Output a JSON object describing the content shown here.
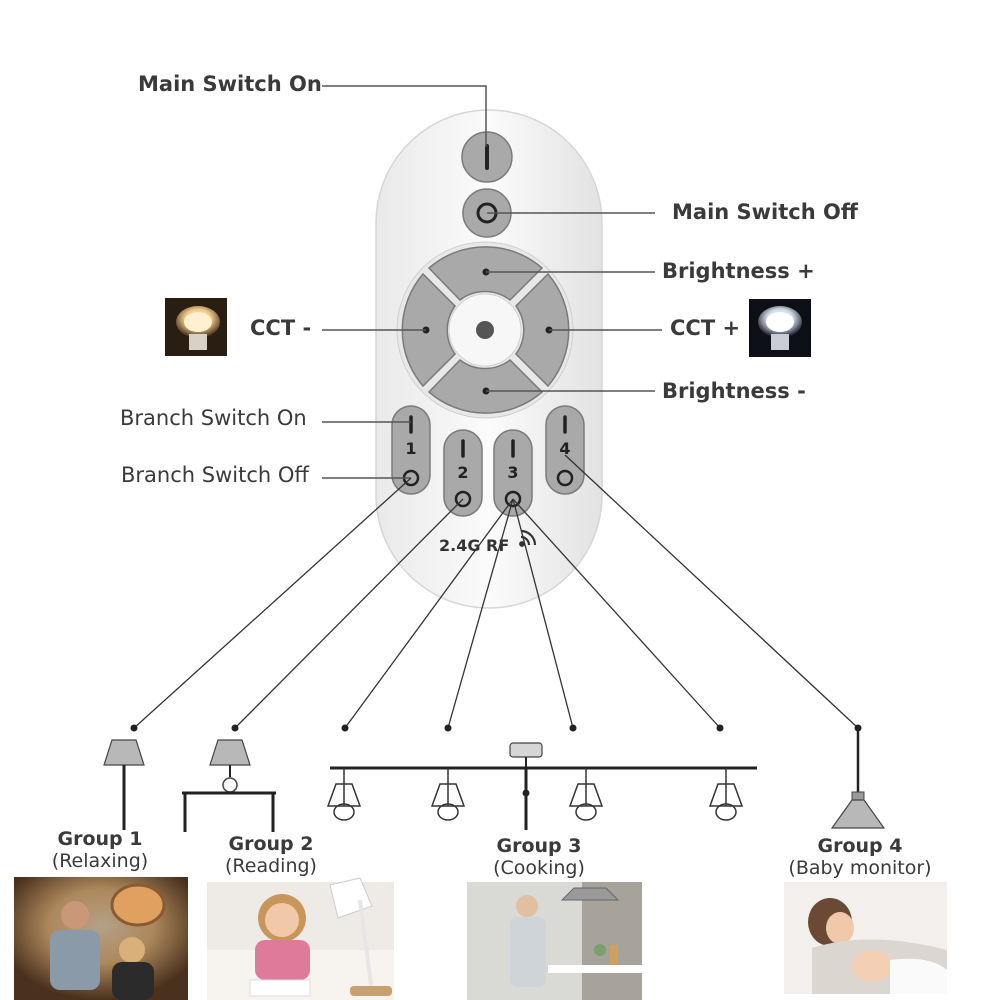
{
  "labels": {
    "main_on": "Main Switch On",
    "main_off": "Main Switch Off",
    "brightness_up": "Brightness +",
    "brightness_down": "Brightness -",
    "cct_minus": "CCT -",
    "cct_plus": "CCT +",
    "branch_on": "Branch Switch On",
    "branch_off": "Branch Switch Off"
  },
  "remote": {
    "rf_label": "2.4G RF",
    "branch_numbers": [
      "1",
      "2",
      "3",
      "4"
    ]
  },
  "groups": [
    {
      "title": "Group 1",
      "subtitle": "(Relaxing)"
    },
    {
      "title": "Group 2",
      "subtitle": "(Reading)"
    },
    {
      "title": "Group 3",
      "subtitle": "(Cooking)"
    },
    {
      "title": "Group 4",
      "subtitle": "(Baby monitor)"
    }
  ],
  "colors": {
    "button_fill": "#a9a9a9",
    "remote_body": "#f4f4f4",
    "text": "#3a3a3a",
    "line": "#222222",
    "warm_light": "#f6dcae",
    "cool_light": "#ffffff"
  },
  "icons": [
    "power-on-icon",
    "power-off-icon",
    "rf-signal-icon",
    "warm-bulb-icon",
    "cool-bulb-icon",
    "lamp-icon",
    "pendant-lamp-icon"
  ]
}
